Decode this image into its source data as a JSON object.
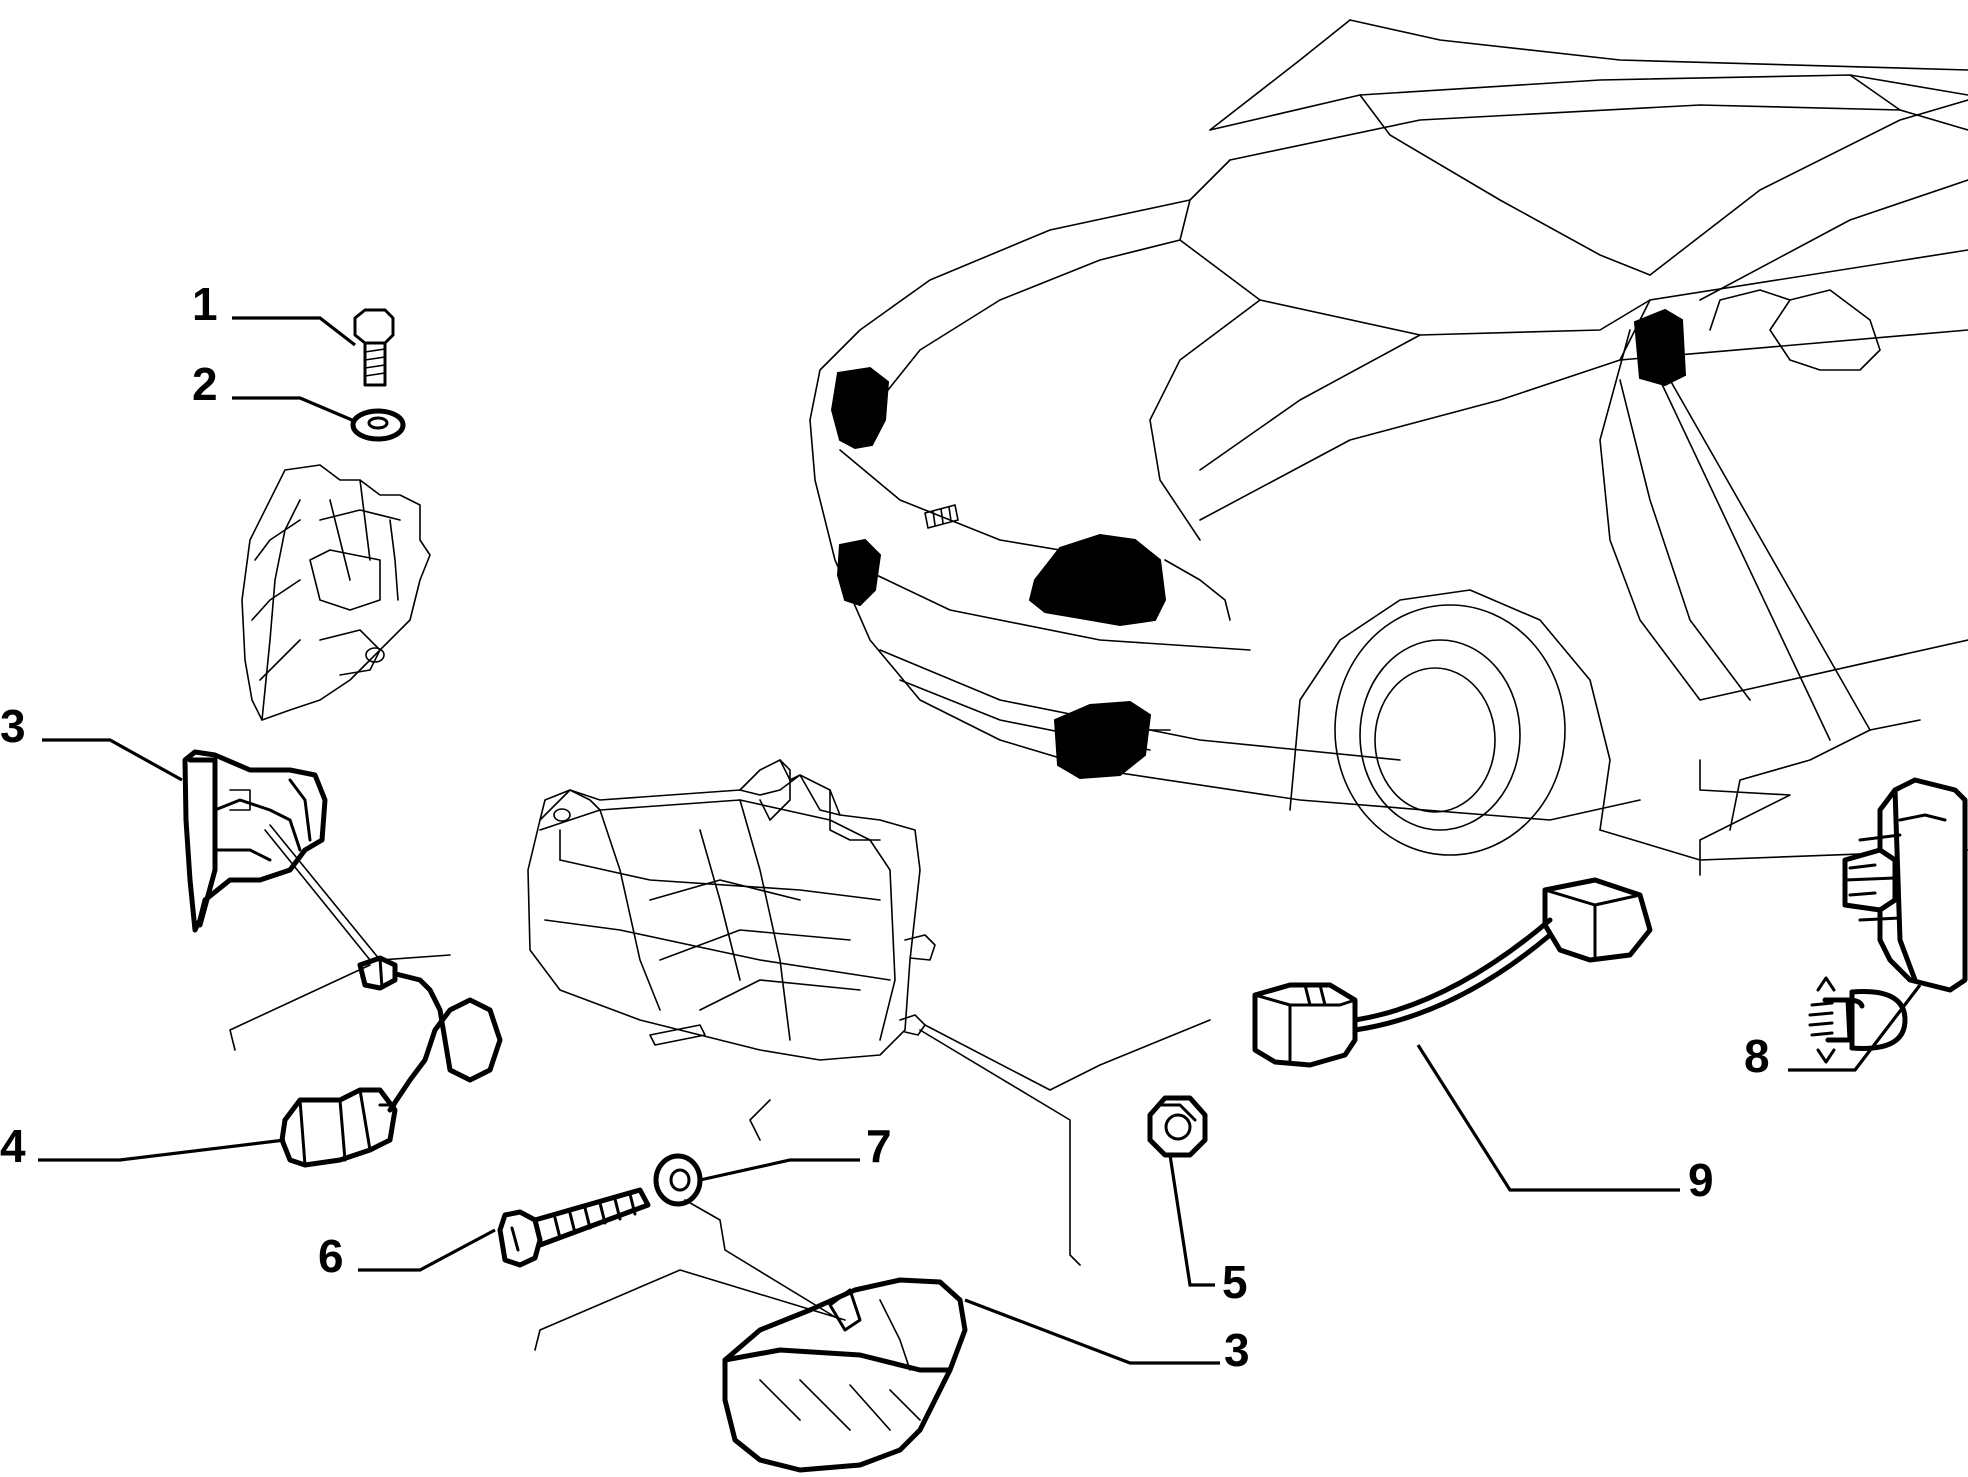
{
  "callouts": {
    "c1": "1",
    "c2": "2",
    "c3_left": "3",
    "c3_bottom": "3",
    "c4": "4",
    "c5": "5",
    "c6": "6",
    "c7": "7",
    "c8": "8",
    "c9": "9"
  },
  "icons": {
    "headlamp_level_symbol": "headlamp-range-adjust-icon"
  },
  "colors": {
    "ink": "#000000",
    "paper": "#ffffff"
  }
}
